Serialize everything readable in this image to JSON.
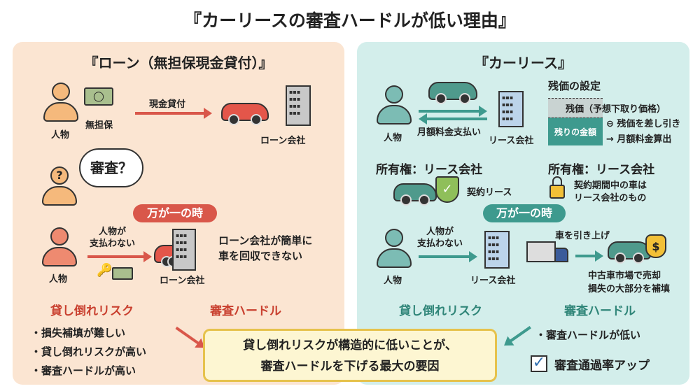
{
  "title": "『カーリースの審査ハードルが低い理由』",
  "left": {
    "heading": "『ローン（無担保現金貸付）』",
    "person": "人物",
    "unsecured": "無担保",
    "cash_loan": "現金貸付",
    "loan_company": "ローン会社",
    "thought": "審査？",
    "emergency": "万が一の時",
    "not_paying": [
      "人物が",
      "支払わない"
    ],
    "cannot_recover": [
      "ローン会社が簡単に",
      "車を回収できない"
    ],
    "risk_label": "貸し倒れリスク",
    "hurdle_label": "審査ハードル",
    "bullets": [
      "・損失補填が難しい",
      "・貸し倒れリスクが高い",
      "・審査ハードルが高い"
    ],
    "accent": "#d9574a"
  },
  "right": {
    "heading": "『カーリース』",
    "person": "人物",
    "monthly_payment": "月額料金支払い",
    "lease_company": "リース会社",
    "residual_title": "残価の設定",
    "residual_value": "残価（予想下取り価格）",
    "remaining": "残りの金額",
    "subtract": "残価を差し引き",
    "monthly_calc": "→ 月額料金算出",
    "ownership": "所有権：リース会社",
    "contract_lease": "契約リース",
    "lock_text": [
      "契約期間中の車は",
      "リース会社のもの"
    ],
    "emergency": "万が一の時",
    "not_paying": [
      "人物が",
      "支払わない"
    ],
    "repossess": "車を引き上げ",
    "resale": [
      "中古車市場で売却",
      "損失の大部分を補填"
    ],
    "risk_label": "貸し倒れリスク",
    "hurdle_label": "審査ハードル",
    "bullet": "・審査ハードルが低い",
    "pass_rate": "審査通過率アップ",
    "accent": "#3e9a8e"
  },
  "conclusion": [
    "貸し倒れリスクが構造的に低いことが、",
    "審査ハードルを下げる最大の要因"
  ]
}
